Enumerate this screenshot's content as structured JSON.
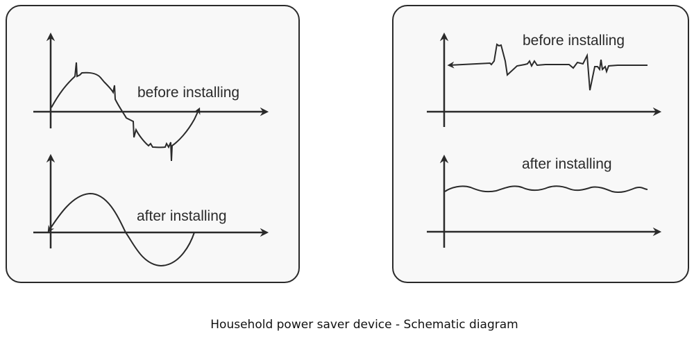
{
  "caption": "Household power saver device - Schematic diagram",
  "colors": {
    "line": "#2a2a2a",
    "panel_bg": "#f8f8f8",
    "page_bg": "#ffffff"
  },
  "panels": [
    {
      "name": "voltage-waveform",
      "plots": [
        {
          "label": "before installing",
          "waveform": "distorted sine wave with spikes"
        },
        {
          "label": "after installing",
          "waveform": "clean sine wave"
        }
      ]
    },
    {
      "name": "current-level",
      "plots": [
        {
          "label": "before installing",
          "waveform": "flat line with transient spikes"
        },
        {
          "label": "after installing",
          "waveform": "flat line with small smooth ripple"
        }
      ]
    }
  ]
}
